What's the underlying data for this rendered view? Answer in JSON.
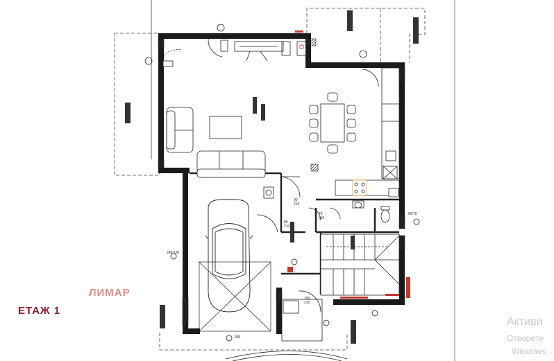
{
  "labels": {
    "floor": "ЕТАЖ 1",
    "brand": "ЛИМАР",
    "activation_title": "Активи",
    "activation_line1": "Отворете",
    "activation_line2": "Windows."
  },
  "dimensions": {
    "d1": "90",
    "d2": "210",
    "d3": "70",
    "d4": "210",
    "d5": "80",
    "d6": "210",
    "d7": "100",
    "d8": "210",
    "d9": "240/120",
    "d10": "300",
    "d11": "60/70"
  },
  "colors": {
    "wall": "#222222",
    "line": "#333333",
    "hatch": "#555555",
    "accent_red": "#c0392b",
    "accent_orange": "#e0a030",
    "floor_label": "#8b1a2e",
    "brand_label": "#e08a8a",
    "watermark": "#c8c8c8"
  }
}
